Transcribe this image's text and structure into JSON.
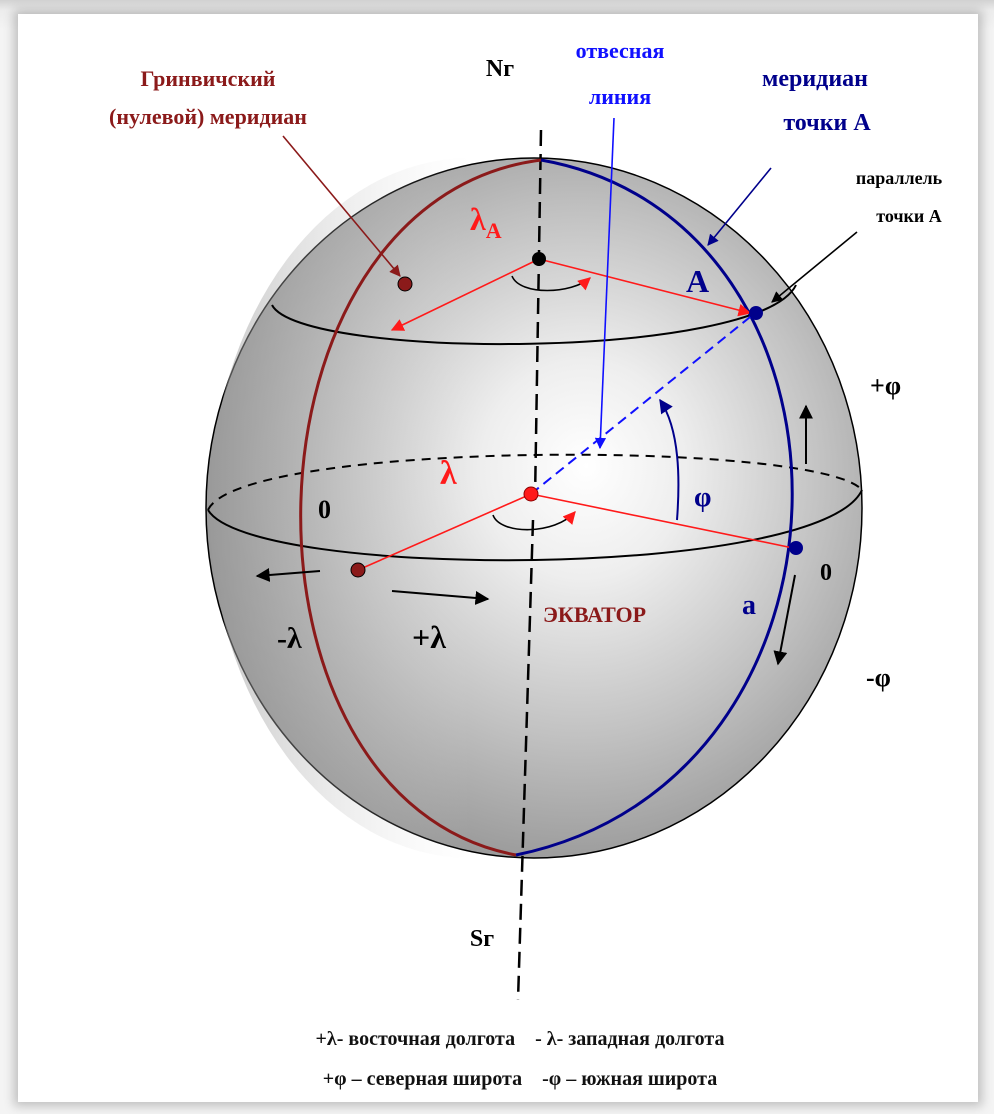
{
  "labels": {
    "greenwich_line1": "Гринвичский",
    "greenwich_line2": "(нулевой) меридиан",
    "north_pole": "Nг",
    "south_pole": "Sг",
    "plumb_line1": "отвесная",
    "plumb_line2": "линия",
    "meridian_a_line1": "меридиан",
    "meridian_a_line2": "точки  А",
    "parallel_a_line1": "параллель",
    "parallel_a_line2": "точки А",
    "lambda_a_main": "λ",
    "lambda_a_sub": "A",
    "point_A": "A",
    "plus_phi": "+φ",
    "minus_phi": "-φ",
    "zero_left": "0",
    "zero_right": "0",
    "lambda": "λ",
    "phi": "φ",
    "minus_lambda": "-λ",
    "plus_lambda": "+λ",
    "equator": "ЭКВАТОР",
    "point_a": "a"
  },
  "legend": {
    "line1": "+λ- восточная долгота    - λ- западная долгота",
    "line2": "+φ – северная широта    -φ – южная широта"
  },
  "colors": {
    "greenwich": "#8b1a1a",
    "meridian_a": "#00008b",
    "plumb": "#1010ff",
    "red": "#ff1a1a",
    "black": "#000000"
  }
}
